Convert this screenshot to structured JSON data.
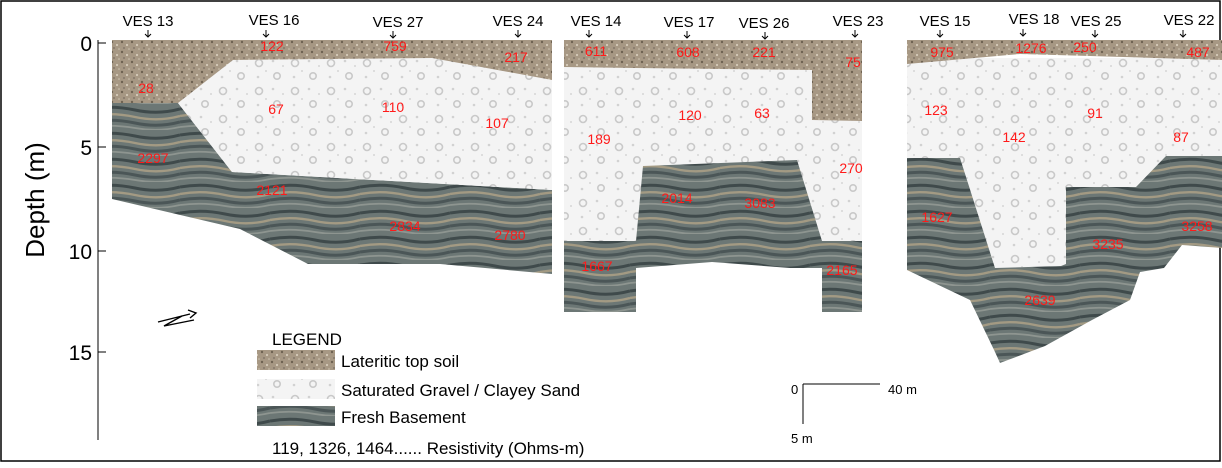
{
  "axis": {
    "ylabel": "Depth (m)",
    "ticks": [
      "0",
      "5",
      "10",
      "15"
    ]
  },
  "stations": {
    "p1": [
      "VES 13",
      "VES 16",
      "VES 27",
      "VES 24"
    ],
    "p2": [
      "VES 14",
      "VES 17",
      "VES 26",
      "VES 23"
    ],
    "p3": [
      "VES 15",
      "VES 18",
      "VES 25",
      "VES 22"
    ]
  },
  "resistivity": {
    "p1": [
      "122",
      "759",
      "217",
      "28",
      "67",
      "110",
      "107",
      "2297",
      "2121",
      "2834",
      "2780"
    ],
    "p2": [
      "611",
      "608",
      "221",
      "75",
      "189",
      "120",
      "63",
      "270",
      "2014",
      "3083",
      "1667",
      "2165"
    ],
    "p3": [
      "975",
      "1276",
      "250",
      "487",
      "123",
      "142",
      "91",
      "87",
      "1627",
      "3235",
      "3258",
      "2639"
    ]
  },
  "legend": {
    "title": "LEGEND",
    "items": [
      "Lateritic top soil",
      "Saturated Gravel / Clayey Sand",
      "Fresh Basement"
    ],
    "note": "119, 1326, 1464...... Resistivity (Ohms-m)"
  },
  "scale_bar": {
    "origin": "0",
    "horizontal": "40 m",
    "vertical": "5 m"
  },
  "colors": {
    "topsoil": "#a89a86",
    "gravel": "#f2f2f2",
    "basement": "#6f7a78",
    "resistivity_text": "#ff1a1a"
  }
}
